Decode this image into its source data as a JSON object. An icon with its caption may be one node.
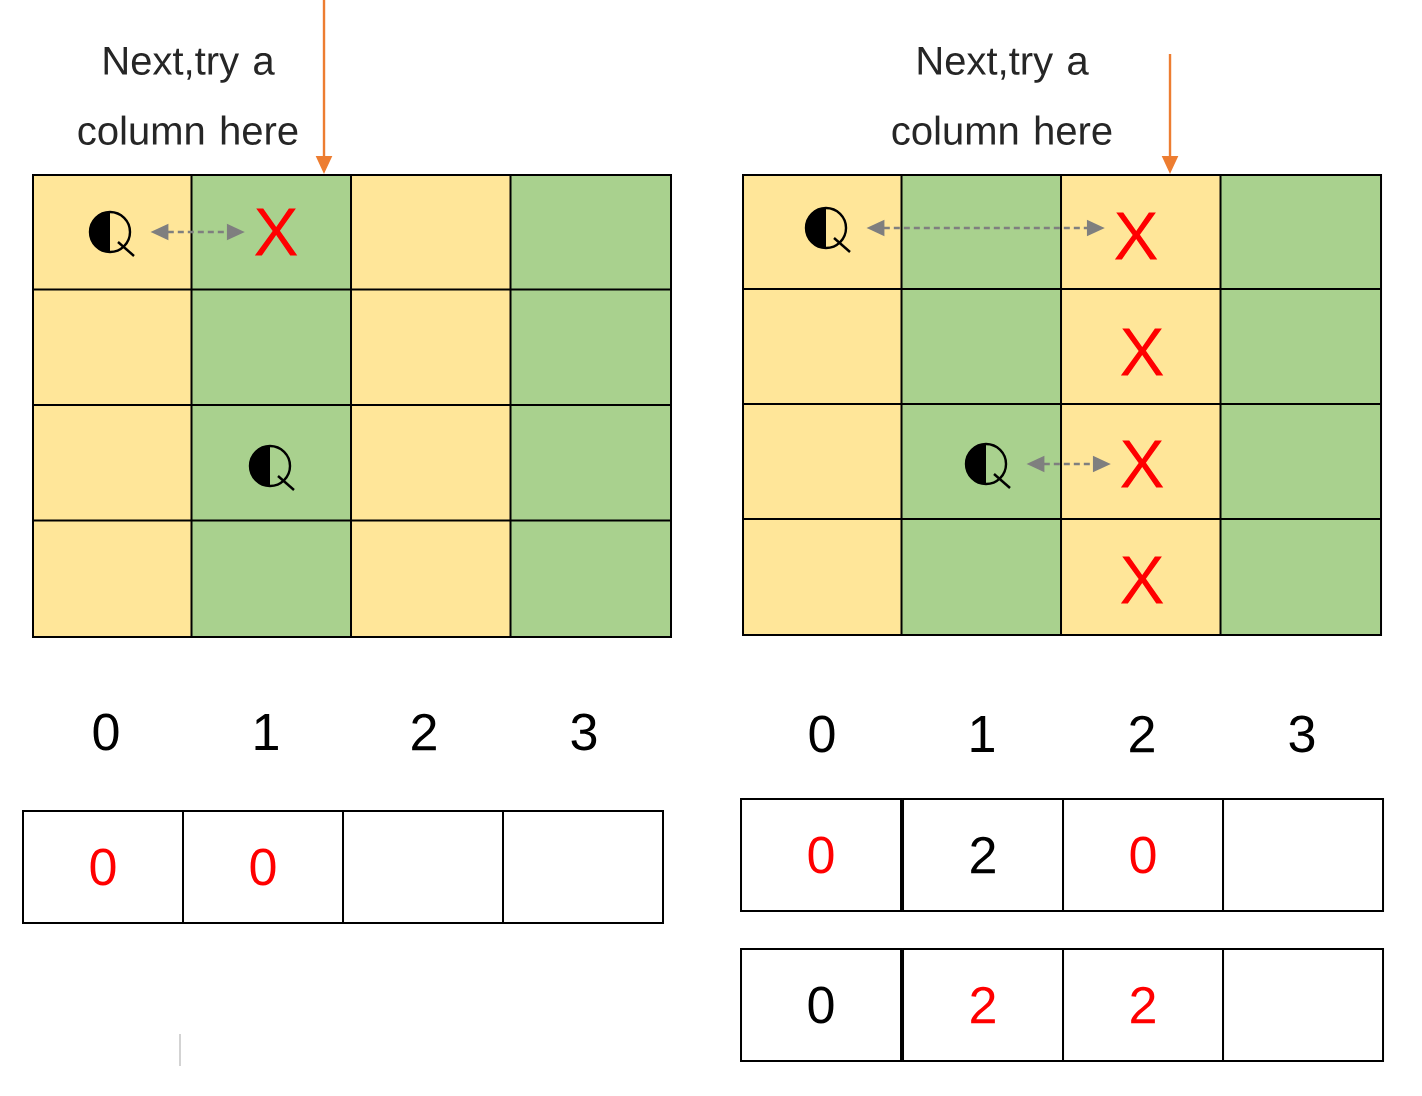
{
  "diagram": {
    "nodes": [
      {
        "text": [],
        "shape": "grid"
      },
      {
        "text": [],
        "shape": "picture",
        "in": 0
      },
      {
        "text": [
          "X"
        ],
        "in": 0
      },
      {
        "text": [],
        "shape": "picture",
        "in": 0
      },
      {
        "text": [],
        "shape": "grid"
      },
      {
        "text": [],
        "shape": "picture",
        "in": 4
      },
      {
        "text": [
          "X"
        ],
        "in": 4
      },
      {
        "text": [
          "X"
        ],
        "in": 4
      },
      {
        "text": [],
        "shape": "picture",
        "in": 4
      },
      {
        "text": [
          "X"
        ],
        "in": 4
      },
      {
        "text": [
          "X"
        ],
        "in": 4
      },
      {
        "text": [
          "0"
        ]
      },
      {
        "text": [
          "0"
        ]
      },
      {
        "text": [],
        "shape": "box"
      },
      {
        "text": [],
        "shape": "box"
      },
      {
        "text": [
          "0"
        ]
      },
      {
        "text": [
          "2"
        ]
      },
      {
        "text": [
          "0"
        ]
      },
      {
        "text": [],
        "shape": "box"
      },
      {
        "text": [
          "0"
        ]
      },
      {
        "text": [
          "2"
        ]
      },
      {
        "text": [
          "2"
        ]
      },
      {
        "text": [],
        "shape": "box"
      }
    ],
    "edges": [
      {
        "from": null,
        "to": 0,
        "arrow": "to",
        "color": "#ed7d31"
      },
      {
        "from": 1,
        "to": 2,
        "arrow": "both",
        "style": "dashed"
      },
      {
        "from": null,
        "to": 4,
        "arrow": "to",
        "color": "#ed7d31"
      },
      {
        "from": 5,
        "to": 6,
        "arrow": "both",
        "style": "dashed"
      },
      {
        "from": 8,
        "to": 9,
        "arrow": "both",
        "style": "dashed"
      }
    ],
    "labels": [
      "Next,try a column here",
      "Next,try a column here",
      "0",
      "1",
      "2",
      "3",
      "0",
      "1",
      "2",
      "3"
    ]
  }
}
